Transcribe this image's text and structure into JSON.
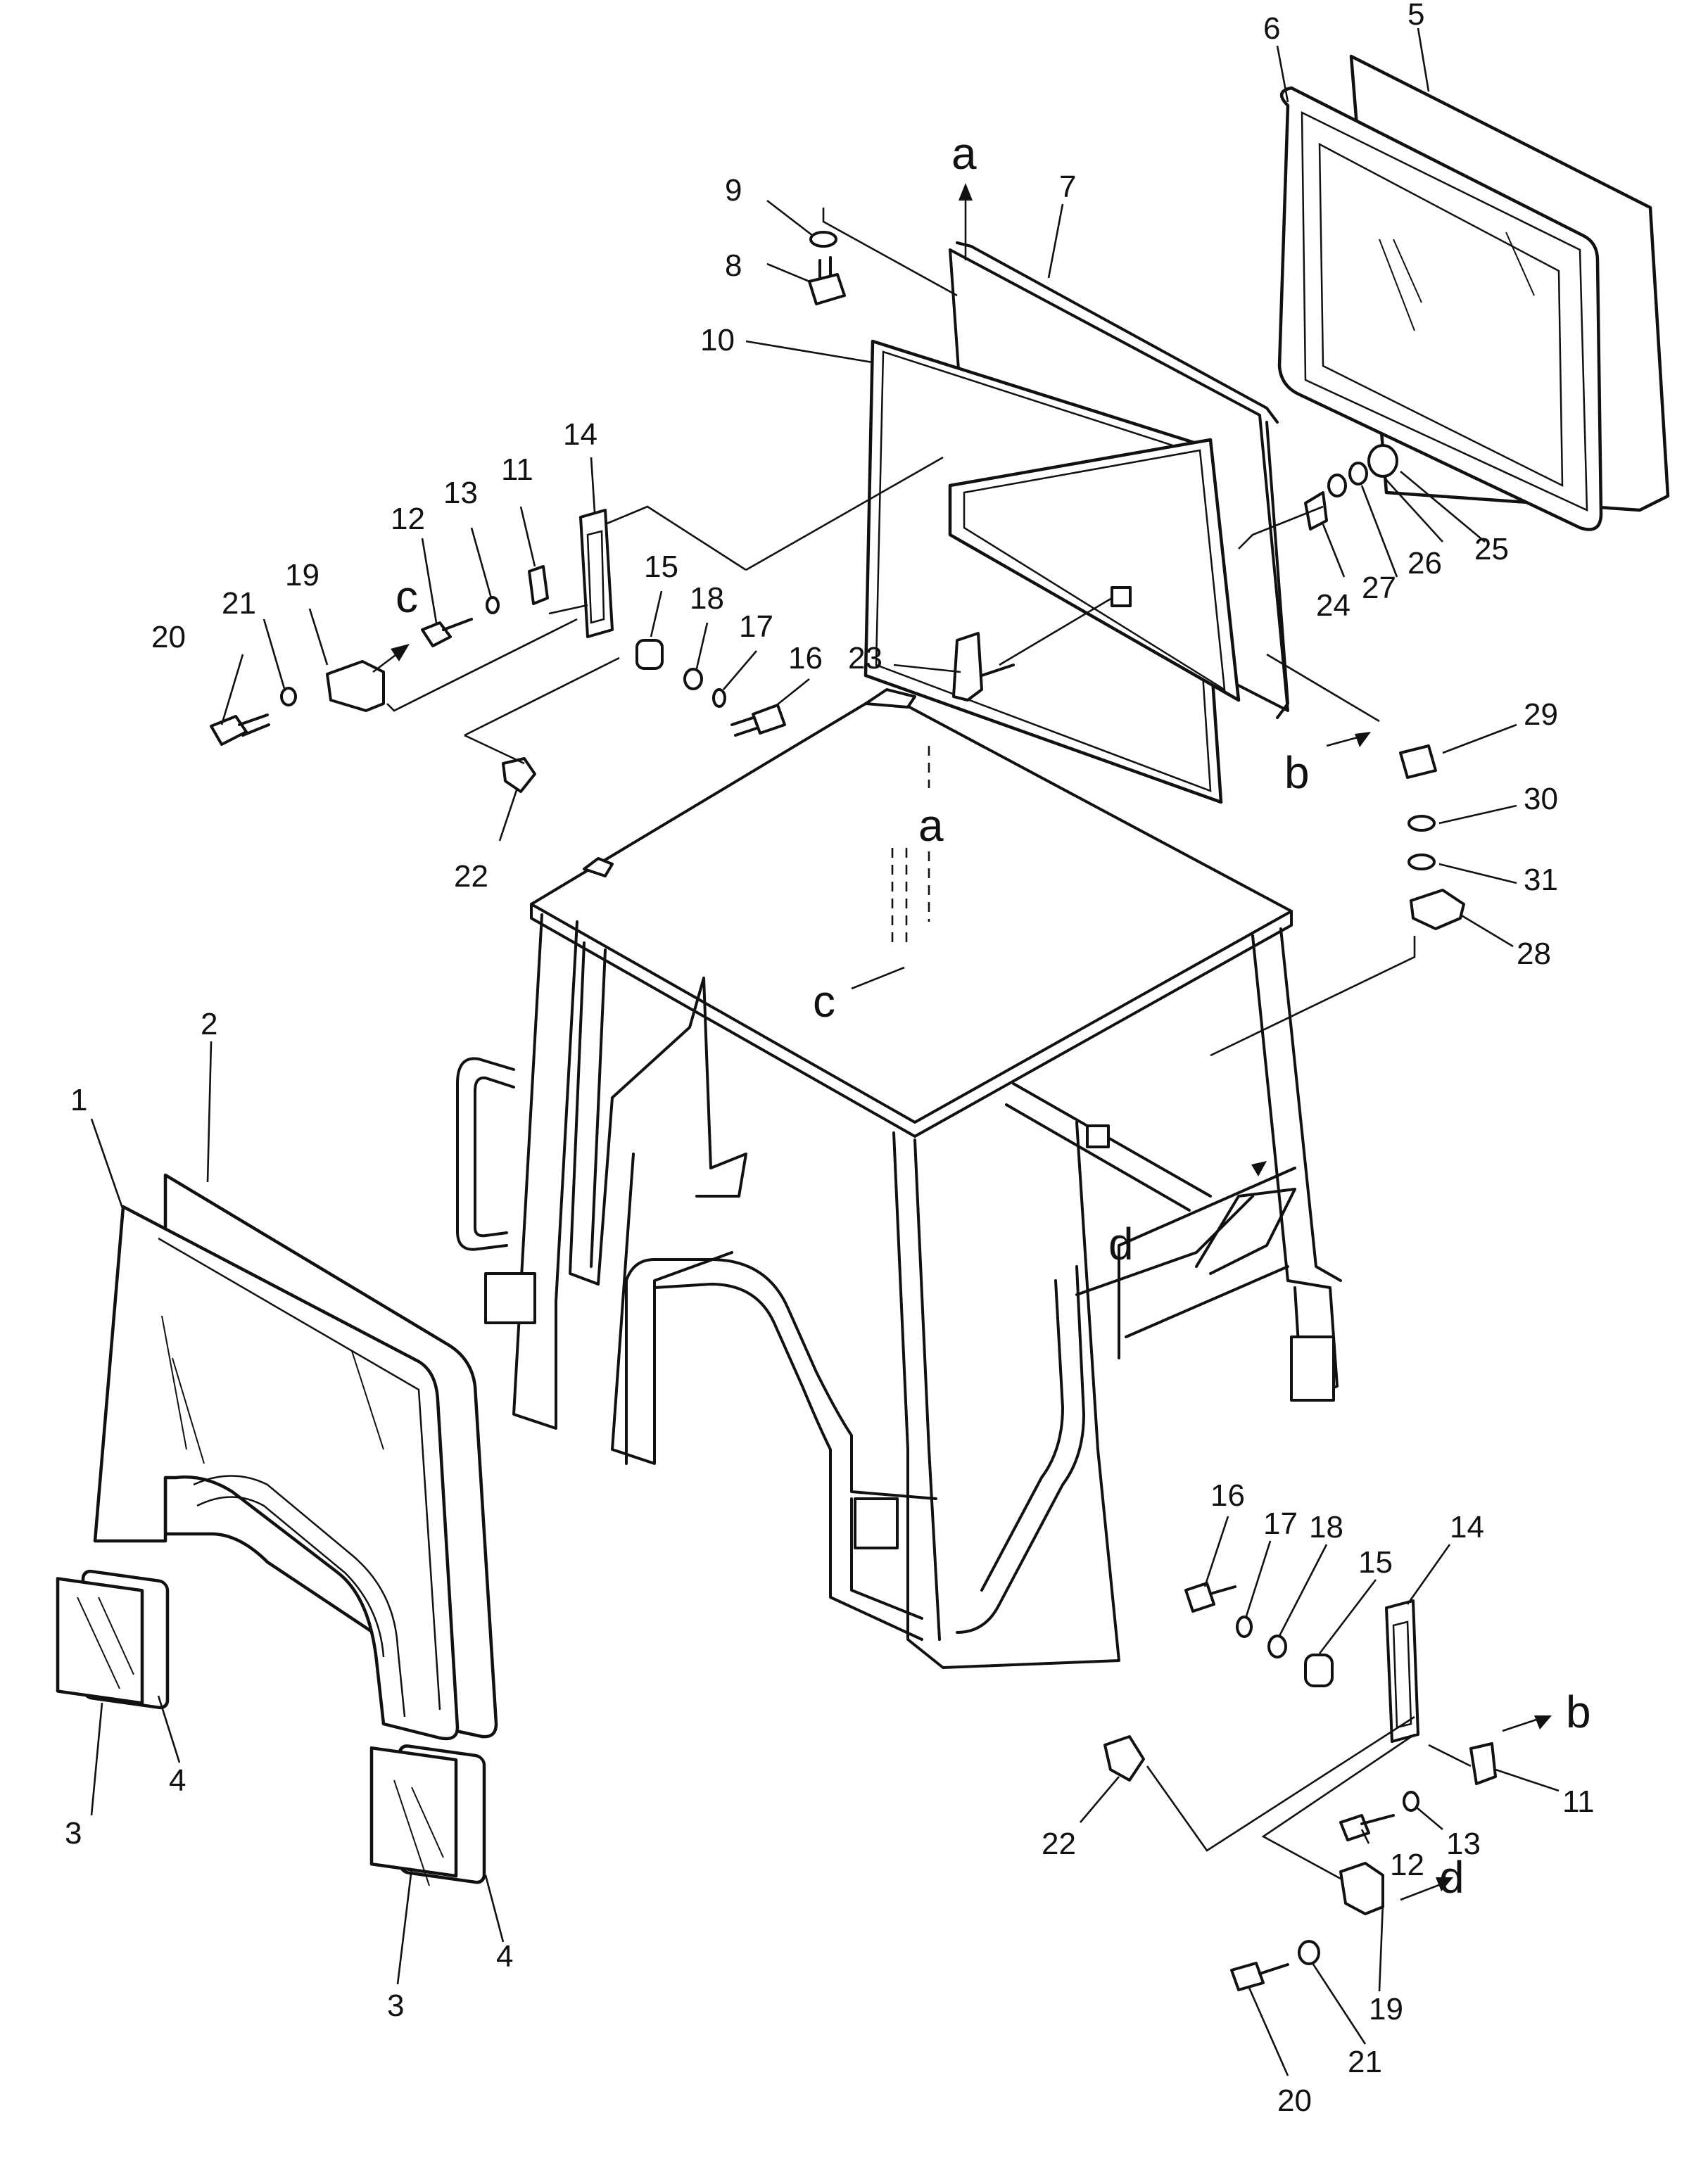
{
  "callouts": {
    "c1": "1",
    "c2": "2",
    "c3a": "3",
    "c3b": "3",
    "c4a": "4",
    "c4b": "4",
    "c5": "5",
    "c6": "6",
    "c7": "7",
    "c8": "8",
    "c9": "9",
    "c10": "10",
    "c11a": "11",
    "c11b": "11",
    "c12a": "12",
    "c12b": "12",
    "c13a": "13",
    "c13b": "13",
    "c14a": "14",
    "c14b": "14",
    "c15a": "15",
    "c15b": "15",
    "c16a": "16",
    "c16b": "16",
    "c17a": "17",
    "c17b": "17",
    "c18a": "18",
    "c18b": "18",
    "c19a": "19",
    "c19b": "19",
    "c20a": "20",
    "c20b": "20",
    "c21a": "21",
    "c21b": "21",
    "c22a": "22",
    "c22b": "22",
    "c23": "23",
    "c24": "24",
    "c25": "25",
    "c26": "26",
    "c27": "27",
    "c28": "28",
    "c29": "29",
    "c30": "30",
    "c31": "31"
  },
  "references": {
    "a_top": "a",
    "a_cab": "a",
    "b_top": "b",
    "b_low": "b",
    "c_left": "c",
    "c_cab": "c",
    "d_cab": "d",
    "d_low": "d"
  }
}
